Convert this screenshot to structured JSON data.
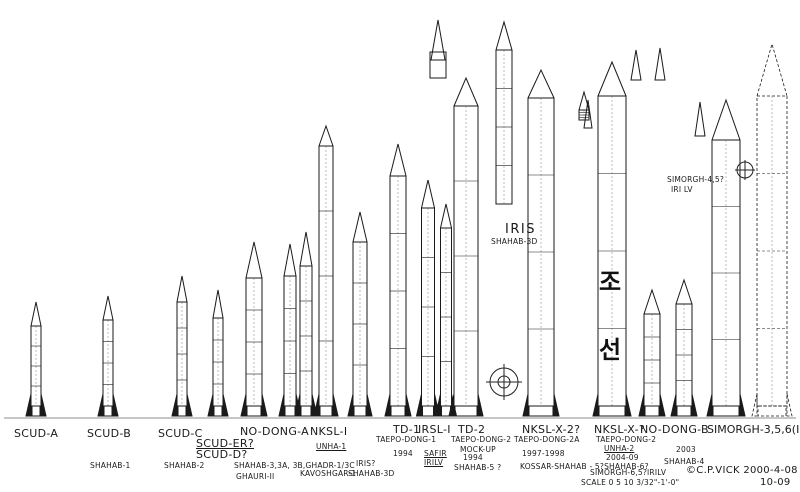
{
  "names": {
    "scud_a": "SCUD-A",
    "scud_b": "SCUD-B",
    "scud_c": "SCUD-C",
    "scud_er": "SCUD-ER?",
    "scud_d": "SCUD-D?",
    "no_dong_a": "NO-DONG-A",
    "nksl_1": "NKSL-I",
    "unha_1": "UNHA-1",
    "td_1": "TD-1",
    "irsl_1": "IRSL-I",
    "td_2": "TD-2",
    "nksl_x2": "NKSL-X-2?",
    "nksl_x": "NKSL-X-?",
    "no_dong_b": "NO-DONG-B",
    "simorgh_356": "SIMORGH-3,5,6(IRILV",
    "iris": "IRIS",
    "simorgh_45": "SIMORGH-4,5?",
    "iri_lv": "IRI LV"
  },
  "subs": {
    "shahab_1": "SHAHAB-1",
    "shahab_2": "SHAHAB-2",
    "shahab_3": "SHAHAB-3,3A, 3B,GHADR-1/3C",
    "ghauri": "GHAURI-II",
    "kavoshgar": "KAVOSHGAR-1",
    "iris_q": "IRIS?",
    "shahab_3d_low": "SHAHAB-3D",
    "taepo_1": "TAEPO-DONG-1",
    "y1994a": "1994",
    "safir": "SAFIR",
    "irlv": "IRILV",
    "taepo_2": "TAEPO-DONG-2",
    "mockup": "MOCK-UP",
    "y1994b": "1994",
    "shahab_5": "SHAHAB-5 ?",
    "shahab_3d_iris": "SHAHAB-3D",
    "taepo_2a": "TAEPO-DONG-2A",
    "y1997": "1997-1998",
    "kossar": "KOSSAR-SHAHAB - 5?SHAHAB-6?",
    "taepo_2b": "TAEPO-DONG-2",
    "unha_2": "UNHA-2",
    "y2004": "2004-09",
    "simorgh_65": "SIMORGH-6,5?IRILV",
    "scale": "SCALE 0 5 10 3/32\"-1'-0\"",
    "shahab_4": "SHAHAB-4",
    "y2003": "2003",
    "credit": "©C.P.VICK 2000-4-08",
    "credit2": "10-09"
  },
  "hangul": [
    "조",
    "선"
  ]
}
